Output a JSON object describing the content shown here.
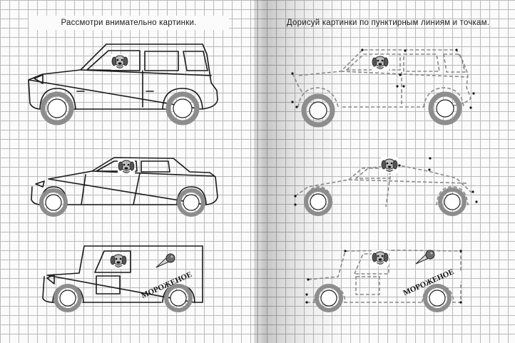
{
  "left_page": {
    "instruction": "Рассмотри внимательно картинки."
  },
  "right_page": {
    "instruction": "Дорисуй картинки по пунктирным линиям и точкам."
  },
  "van_sign_left": "МОРОЖЕНОЕ",
  "van_sign_right": "МОРОЖЕНОЕ"
}
